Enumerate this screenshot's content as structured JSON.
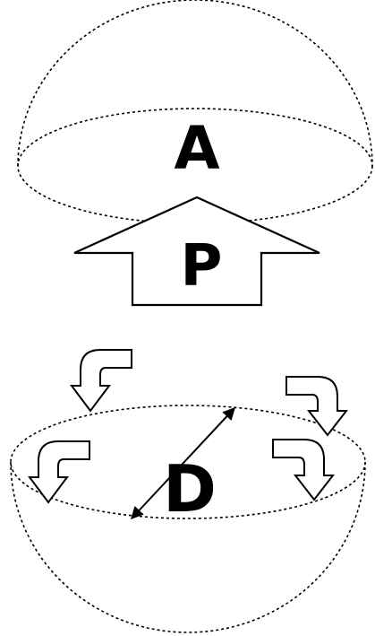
{
  "labels": {
    "upper": "A",
    "arrow": "P",
    "lower": "D"
  },
  "colors": {
    "background": "#ffffff",
    "stroke": "#000000"
  },
  "icons": {
    "up_arrow": "up-arrow-icon",
    "curved_arrows": "curved-down-arrow-icon",
    "diameter": "double-headed-arrow-icon"
  }
}
